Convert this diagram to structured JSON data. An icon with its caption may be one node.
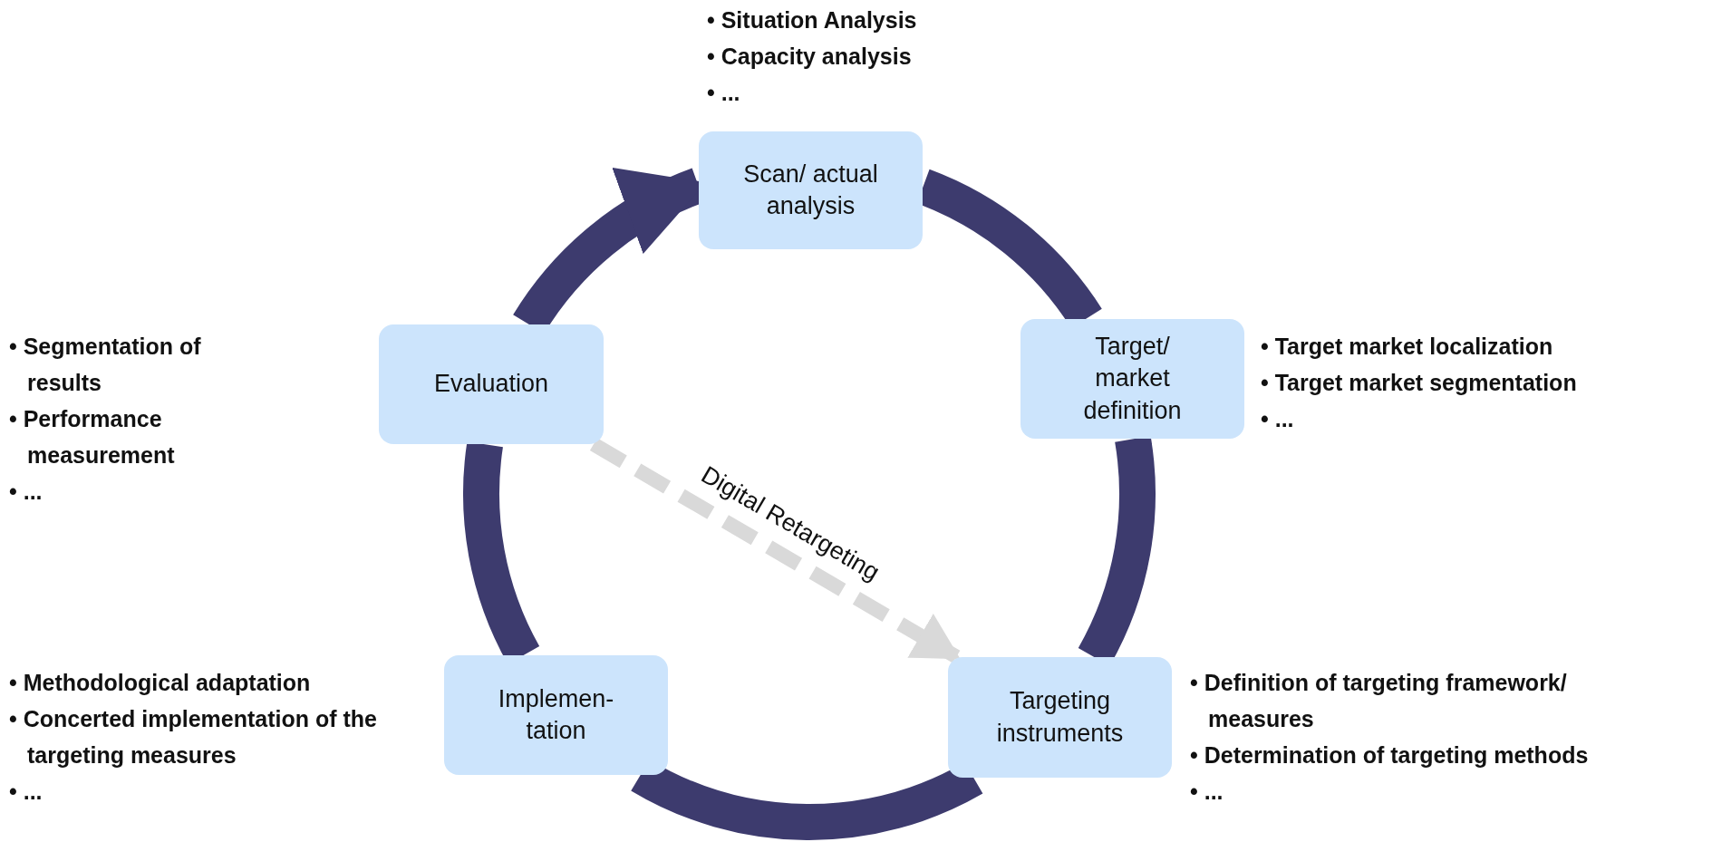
{
  "diagram": {
    "nodes": [
      {
        "text": [
          "Scan/ actual analysis"
        ],
        "beside": [
          "• Situation Analysis",
          "• Capacity analysis",
          "• ..."
        ]
      },
      {
        "text": [
          "Target/ market definition"
        ],
        "beside": [
          "• Target market localization",
          "• Target market segmentation",
          "• ..."
        ]
      },
      {
        "text": [
          "Targeting instruments"
        ],
        "beside": [
          "• Definition of targeting framework/ measures",
          "• Determination of targeting methods",
          "• ..."
        ]
      },
      {
        "text": [
          "Implemen- tation"
        ],
        "beside": [
          "• Methodological adaptation",
          "• Concerted implementation of the targeting measures",
          "• ..."
        ]
      },
      {
        "text": [
          "Evaluation"
        ],
        "beside": [
          "• Segmentation of results",
          "• Performance measurement",
          "• ..."
        ]
      }
    ],
    "edges": [
      {
        "from": 0,
        "to": 1,
        "arrow": "none"
      },
      {
        "from": 1,
        "to": 2,
        "arrow": "none"
      },
      {
        "from": 2,
        "to": 3,
        "arrow": "none"
      },
      {
        "from": 3,
        "to": 4,
        "arrow": "none"
      },
      {
        "from": 4,
        "to": 0,
        "arrow": "to"
      },
      {
        "from": 4,
        "to": 2,
        "arrow": "to",
        "style": "dashed",
        "color": "#d9d9d9",
        "label": "Digital Retargeting"
      }
    ]
  }
}
